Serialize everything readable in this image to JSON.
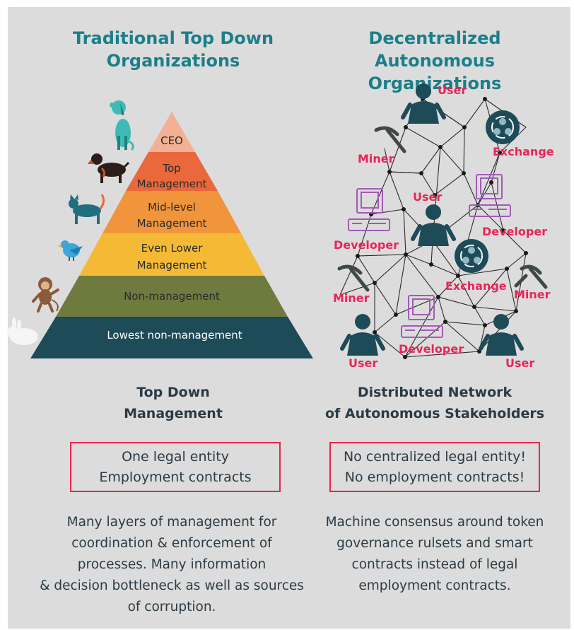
{
  "left": {
    "title": "Traditional Top Down Organizations",
    "subtitle_line1": "Top Down",
    "subtitle_line2": "Management",
    "box_line1": "One legal entity",
    "box_line2": "Employment contracts",
    "desc_lines": [
      "Many layers of management for",
      "coordination & enforcement of",
      "processes. Many information",
      "& decision bottleneck as well as sources",
      "of corruption."
    ],
    "pyramid": [
      {
        "lines": [
          "CEO"
        ],
        "color": "#f2b094"
      },
      {
        "lines": [
          "Top",
          "Management"
        ],
        "color": "#e9683c"
      },
      {
        "lines": [
          "Mid-level",
          "Management"
        ],
        "color": "#f0953b"
      },
      {
        "lines": [
          "Even Lower",
          "Management"
        ],
        "color": "#f4ba36"
      },
      {
        "lines": [
          "Non-management"
        ],
        "color": "#6f7a3f"
      },
      {
        "lines": [
          "Lowest non-management"
        ],
        "color": "#1d4b57"
      }
    ],
    "animals": [
      "dog-icon",
      "rottweiler-icon",
      "cat-icon",
      "bird-icon",
      "monkey-icon",
      "rabbit-icon"
    ]
  },
  "right": {
    "title": "Decentralized Autonomous Organizations",
    "subtitle_line1": "Distributed Network",
    "subtitle_line2": "of Autonomous Stakeholders",
    "box_line1": "No centralized legal entity!",
    "box_line2": "No employment contracts!",
    "desc_lines": [
      "Machine consensus around token",
      "governance rulsets and smart",
      "contracts instead of legal",
      "employment contracts."
    ],
    "network_labels": {
      "user": "User",
      "miner": "Miner",
      "exchange": "Exchange",
      "developer": "Developer"
    }
  },
  "colors": {
    "heading": "#1b7f8a",
    "accent": "#e8254e",
    "dark": "#2b3b45",
    "person": "#1d4b57",
    "purple": "#a25bb5"
  }
}
